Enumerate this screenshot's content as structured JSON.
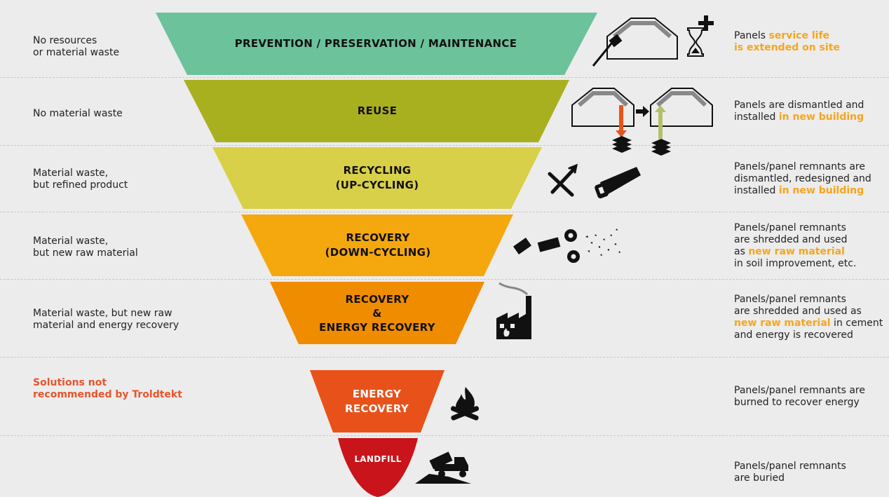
{
  "tiers": [
    {
      "label": "PREVENTION / PRESERVATION / MAINTENANCE",
      "color": "#6cc29a",
      "left_text": "No resources\nor material waste",
      "right_parts": [
        {
          "t": "Panels "
        },
        {
          "t": "service life\nis extended on site",
          "hl": true
        }
      ]
    },
    {
      "label": "REUSE",
      "color": "#a9b020",
      "left_text": "No material waste",
      "right_parts": [
        {
          "t": "Panels are dismantled and\ninstalled "
        },
        {
          "t": "in new building",
          "hl": true
        }
      ]
    },
    {
      "label": "RECYCLING\n(UP-CYCLING)",
      "color": "#d9d04a",
      "left_text": "Material waste,\nbut refined product",
      "right_parts": [
        {
          "t": "Panels/panel remnants are\ndismantled, redesigned and\ninstalled "
        },
        {
          "t": "in new building",
          "hl": true
        }
      ]
    },
    {
      "label": "RECOVERY\n(DOWN-CYCLING)",
      "color": "#f5a80e",
      "left_text": "Material waste,\nbut new raw material",
      "right_parts": [
        {
          "t": "Panels/panel remnants\nare shredded and used\nas "
        },
        {
          "t": "new raw material",
          "hl": true
        },
        {
          "t": "\nin soil improvement, etc."
        }
      ]
    },
    {
      "label": "RECOVERY\n&\nENERGY RECOVERY",
      "color": "#f08c00",
      "left_text": "Material waste, but new raw\nmaterial and energy recovery",
      "right_parts": [
        {
          "t": "Panels/panel remnants\nare shredded and used as\n"
        },
        {
          "t": "new raw material",
          "hl": true
        },
        {
          "t": " in cement\nand energy is recovered"
        }
      ]
    },
    {
      "label": "ENERGY\nRECOVERY",
      "color": "#e8521a",
      "left_text": "",
      "right_parts": [
        {
          "t": "Panels/panel remnants are\nburned to recover energy"
        }
      ]
    },
    {
      "label": "LANDFILL",
      "color": "#c8141a",
      "left_text": "",
      "right_parts": [
        {
          "t": "Panels/panel remnants\nare buried"
        }
      ]
    }
  ],
  "not_recommended": "Solutions not\nrecommended by Troldtekt",
  "colors": {
    "highlight": "#f6a51c",
    "warning": "#e8542a"
  },
  "icons": [
    "paint-brush-room-icon",
    "hourglass-plus-icon",
    "room-dismantle-icon",
    "room-install-icon",
    "panel-stack-icon",
    "tools-icon",
    "saw-icon",
    "shredder-gears-icon",
    "factory-icon",
    "campfire-icon",
    "dump-truck-icon"
  ]
}
